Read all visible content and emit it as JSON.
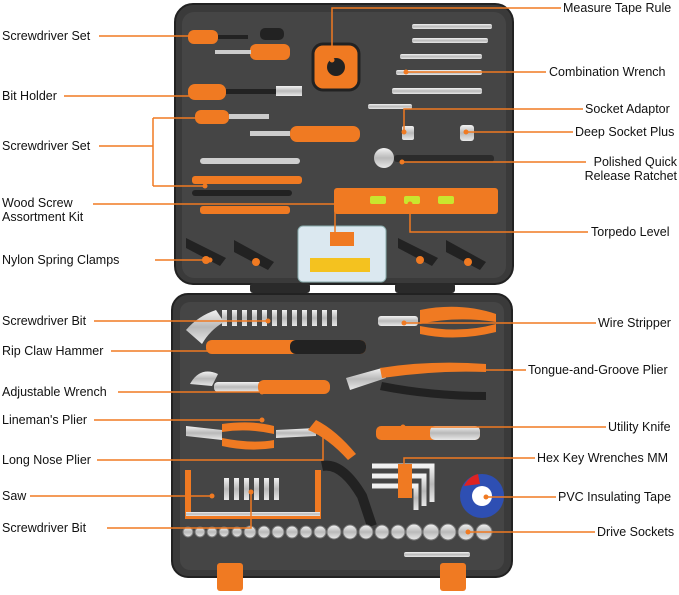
{
  "colors": {
    "case": "#3a3a3a",
    "case_dark": "#242424",
    "tray": "#4a4a4a",
    "accent": "#f07a22",
    "leader": "#f07a22"
  },
  "labels_left": [
    {
      "id": "screwdriver-set-top",
      "text": "Screwdriver Set"
    },
    {
      "id": "bit-holder",
      "text": "Bit Holder"
    },
    {
      "id": "screwdriver-set-middle",
      "text": "Screwdriver Set"
    },
    {
      "id": "wood-screw-kit",
      "text": "Wood Screw\nAssortment Kit"
    },
    {
      "id": "nylon-spring-clamps",
      "text": "Nylon Spring Clamps"
    },
    {
      "id": "screwdriver-bit-top",
      "text": "Screwdriver Bit"
    },
    {
      "id": "rip-claw-hammer",
      "text": "Rip Claw Hammer"
    },
    {
      "id": "adjustable-wrench",
      "text": "Adjustable Wrench"
    },
    {
      "id": "linemans-plier",
      "text": "Lineman's Plier"
    },
    {
      "id": "long-nose-plier",
      "text": "Long Nose Plier"
    },
    {
      "id": "saw",
      "text": "Saw"
    },
    {
      "id": "screwdriver-bit-bottom",
      "text": "Screwdriver Bit"
    }
  ],
  "labels_right": [
    {
      "id": "measure-tape-rule",
      "text": "Measure Tape Rule"
    },
    {
      "id": "combination-wrench",
      "text": "Combination Wrench"
    },
    {
      "id": "socket-adaptor",
      "text": "Socket Adaptor"
    },
    {
      "id": "deep-socket-plus",
      "text": "Deep Socket Plus"
    },
    {
      "id": "ratchet",
      "text": "Polished Quick\nRelease Ratchet"
    },
    {
      "id": "torpedo-level",
      "text": "Torpedo Level"
    },
    {
      "id": "wire-stripper",
      "text": "Wire Stripper"
    },
    {
      "id": "tongue-groove-plier",
      "text": "Tongue-and-Groove Plier"
    },
    {
      "id": "utility-knife",
      "text": "Utility Knife"
    },
    {
      "id": "hex-key-wrenches",
      "text": "Hex Key Wrenches MM"
    },
    {
      "id": "pvc-tape",
      "text": "PVC Insulating Tape"
    },
    {
      "id": "drive-sockets",
      "text": "Drive Sockets"
    }
  ]
}
